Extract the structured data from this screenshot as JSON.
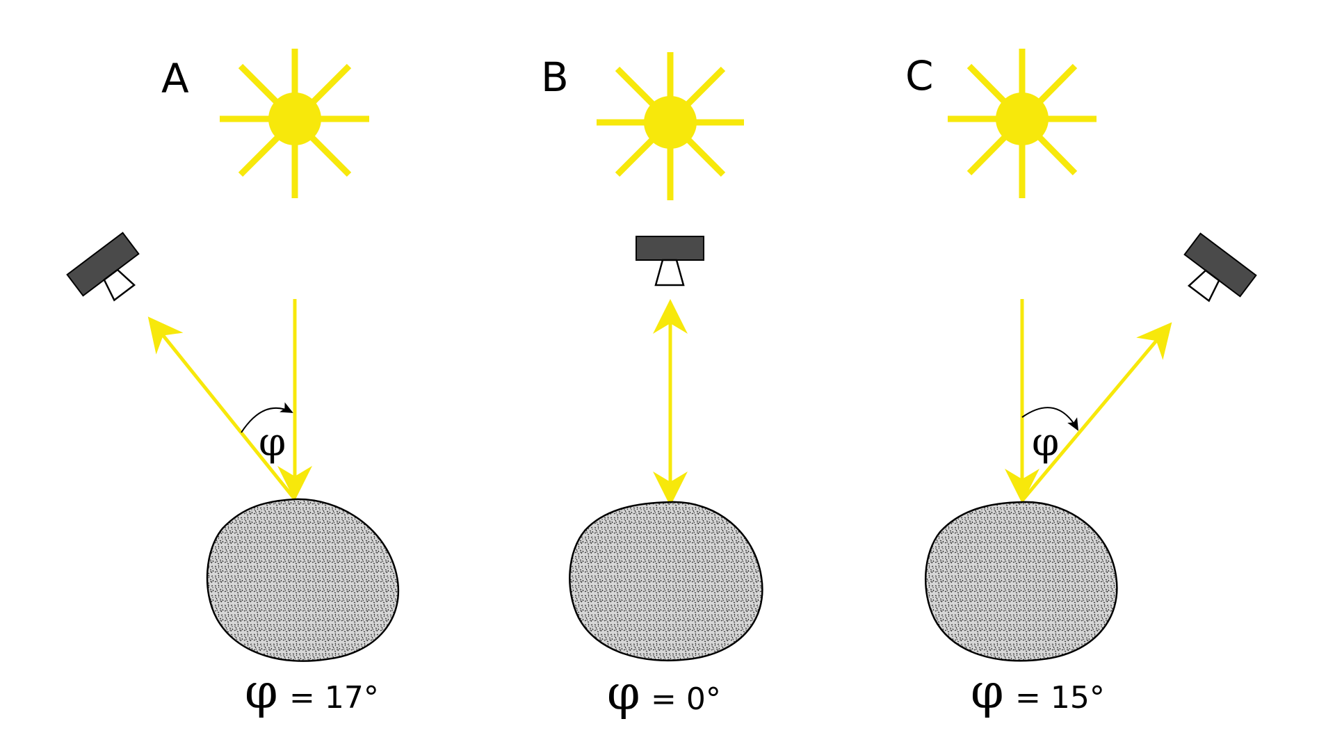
{
  "panels": [
    {
      "id": "A",
      "label": "A",
      "phi_symbol": "φ",
      "equation_phi": "φ",
      "equation_value": "= 17°",
      "sensor": "left",
      "angle_deg": 17
    },
    {
      "id": "B",
      "label": "B",
      "phi_symbol": "",
      "equation_phi": "φ",
      "equation_value": "= 0°",
      "sensor": "top",
      "angle_deg": 0
    },
    {
      "id": "C",
      "label": "C",
      "phi_symbol": "φ",
      "equation_phi": "φ",
      "equation_value": "= 15°",
      "sensor": "right",
      "angle_deg": 15
    }
  ],
  "colors": {
    "sun": "#f7e80b",
    "ray": "#f7e80b",
    "sensor_body": "#4a4a4a",
    "rock_fill": "#d6d6d6",
    "rock_speckle": "#2b2b2b",
    "outline": "#000000"
  },
  "icons": {
    "sun": "sun-icon",
    "sensor": "camera-sensor-icon",
    "rock": "rock-sample-icon"
  }
}
